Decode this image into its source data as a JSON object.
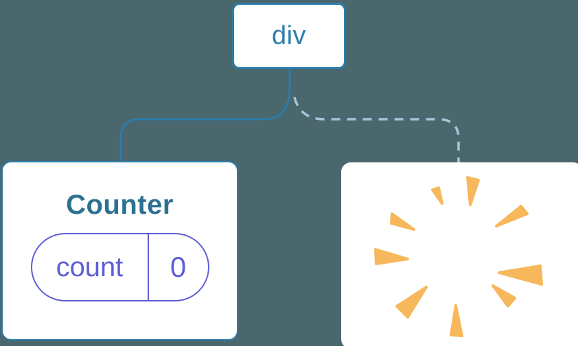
{
  "diagram": {
    "root": {
      "label": "div"
    },
    "counter": {
      "title": "Counter",
      "state": {
        "key": "count",
        "value": "0"
      }
    },
    "poof": {
      "icon_name": "poof-burst"
    }
  },
  "colors": {
    "background": "#4b676e",
    "card_background": "#ffffff",
    "node_border": "#2b7cab",
    "root_label_text": "#2e7dad",
    "counter_title_text": "#2d7192",
    "state_pill": "#5e5ed6",
    "edge_solid": "#2b7cab",
    "edge_dashed": "#a4c6da",
    "burst": "#f7b85c"
  }
}
